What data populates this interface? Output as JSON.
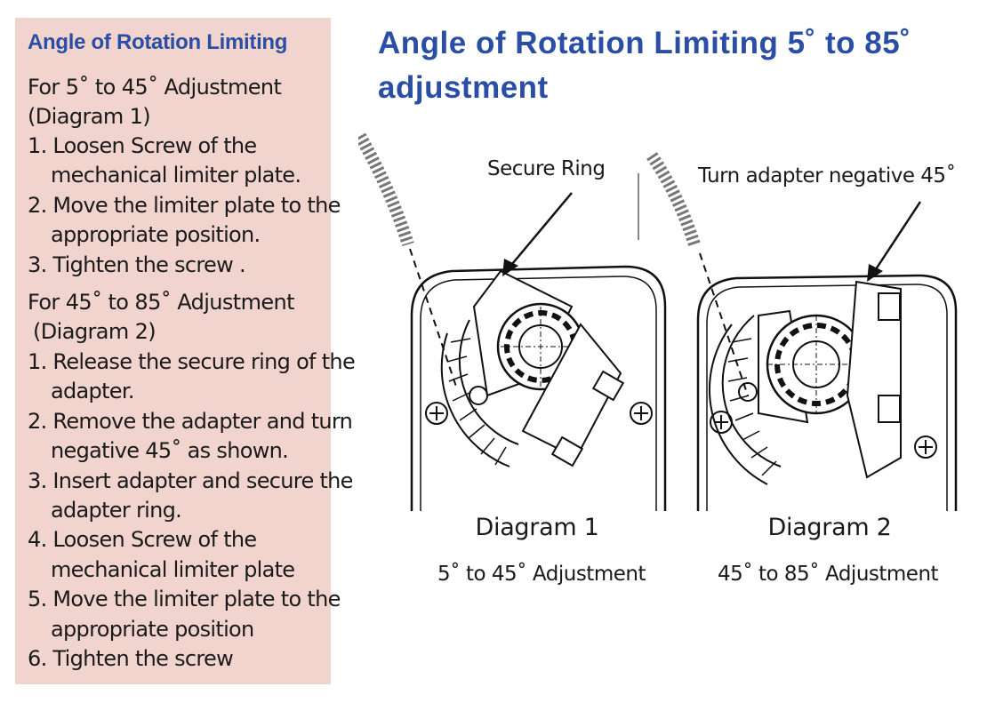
{
  "panel": {
    "title": "Angle of Rotation Limiting",
    "section1": {
      "heading_line1": "For 5˚ to 45˚ Adjustment",
      "heading_line2": "(Diagram 1)",
      "steps": [
        "1. Loosen Screw of the mechanical limiter plate.",
        "2. Move the limiter plate to the appropriate position.",
        "3. Tighten the screw ."
      ]
    },
    "section2": {
      "heading_line1": "For 45˚ to 85˚ Adjustment",
      "heading_line2": "(Diagram 2)",
      "steps": [
        "1. Release the secure ring of the adapter.",
        "2. Remove the adapter and turn negative 45˚ as shown.",
        "3. Insert adapter and secure the adapter ring.",
        "4. Loosen Screw of the mechanical limiter plate",
        "5. Move the limiter plate to the appropriate position",
        "6. Tighten the screw"
      ]
    }
  },
  "main_title": "Angle of Rotation Limiting 5˚ to 85˚ adjustment",
  "diagram1": {
    "callout": "Secure Ring",
    "caption": "Diagram 1",
    "subcaption": "5˚ to 45˚ Adjustment"
  },
  "diagram2": {
    "callout": "Turn adapter negative 45˚",
    "caption": "Diagram 2",
    "subcaption": "45˚ to 85˚ Adjustment"
  },
  "colors": {
    "panel_background": "#f2d4cf",
    "title_blue": "#2a4ea3"
  }
}
